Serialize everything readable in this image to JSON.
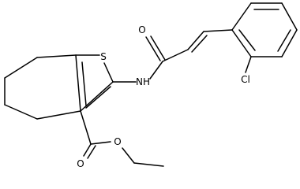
{
  "molecule": {
    "atoms": {
      "sulfur": "S",
      "amide_nh": "NH",
      "amide_oxygen": "O",
      "chlorine": "Cl",
      "ester_carbonyl_oxygen": "O",
      "ester_ether_oxygen": "O"
    },
    "colors": {
      "bond": "#000000",
      "label": "#000000",
      "background": "#ffffff"
    }
  }
}
